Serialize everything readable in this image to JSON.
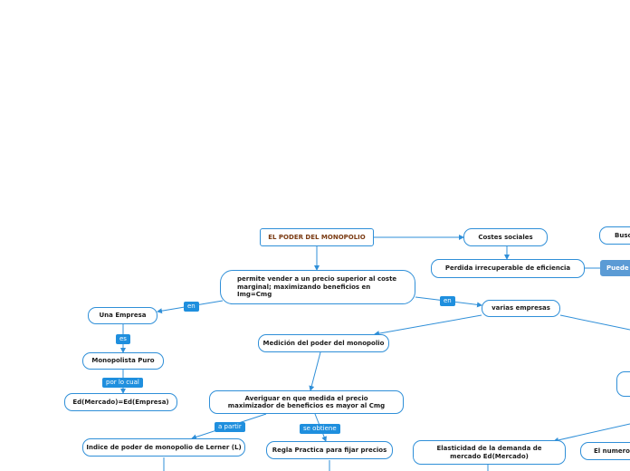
{
  "nodes": {
    "root": "EL PODER DEL MONOPOLIO",
    "costes": "Costes sociales",
    "perdida": "Perdida irrecuperable de eficiencia",
    "busc": "Busc",
    "puede": "Puede",
    "permite": "permite vender a un precio superior al coste marginal; maximizando beneficios en Img=Cmg",
    "una_empresa": "Una Empresa",
    "monopolista": "Monopolista Puro",
    "ed_mercado": "Ed(Mercado)=Ed(Empresa)",
    "varias": "varias empresas",
    "medicion": "Medición del poder del monopolio",
    "averiguar": "Averiguar en que medida el precio maximizador de beneficios es mayor al Cmg",
    "lerner": "Indice de poder de monopolio de Lerner (L)",
    "regla": "Regla Practica para fijar precios",
    "elasticidad": "Elasticidad de la demanda de mercado Ed(Mercado)",
    "numero": "El numero de"
  },
  "labels": {
    "en_left": "en",
    "en_right": "en",
    "es": "es",
    "por_lo_cual": "por lo cual",
    "a_partir": "a partir",
    "se_obtiene": "se obtiene"
  },
  "colors": {
    "accent": "#2f8fd8",
    "label_bg": "#1f8fde",
    "root_text": "#7a3a12",
    "filled_node": "#5b9bd5"
  }
}
